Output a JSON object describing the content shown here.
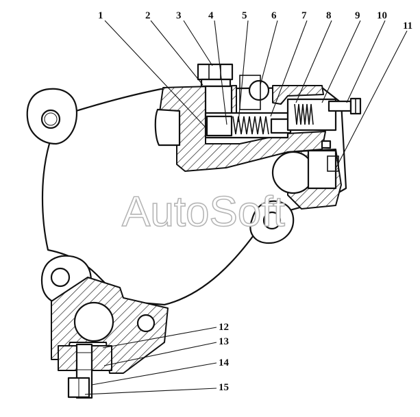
{
  "watermark": "AutoSoft",
  "callouts": [
    {
      "id": "1",
      "label": "1"
    },
    {
      "id": "2",
      "label": "2"
    },
    {
      "id": "3",
      "label": "3"
    },
    {
      "id": "4",
      "label": "4"
    },
    {
      "id": "5",
      "label": "5"
    },
    {
      "id": "6",
      "label": "6"
    },
    {
      "id": "7",
      "label": "7"
    },
    {
      "id": "8",
      "label": "8"
    },
    {
      "id": "9",
      "label": "9"
    },
    {
      "id": "10",
      "label": "10"
    },
    {
      "id": "11",
      "label": "11"
    },
    {
      "id": "12",
      "label": "12"
    },
    {
      "id": "13",
      "label": "13"
    },
    {
      "id": "14",
      "label": "14"
    },
    {
      "id": "15",
      "label": "15"
    }
  ],
  "colors": {
    "ink": "#111111",
    "paper": "#ffffff",
    "watermark": "#b5b5b5"
  }
}
